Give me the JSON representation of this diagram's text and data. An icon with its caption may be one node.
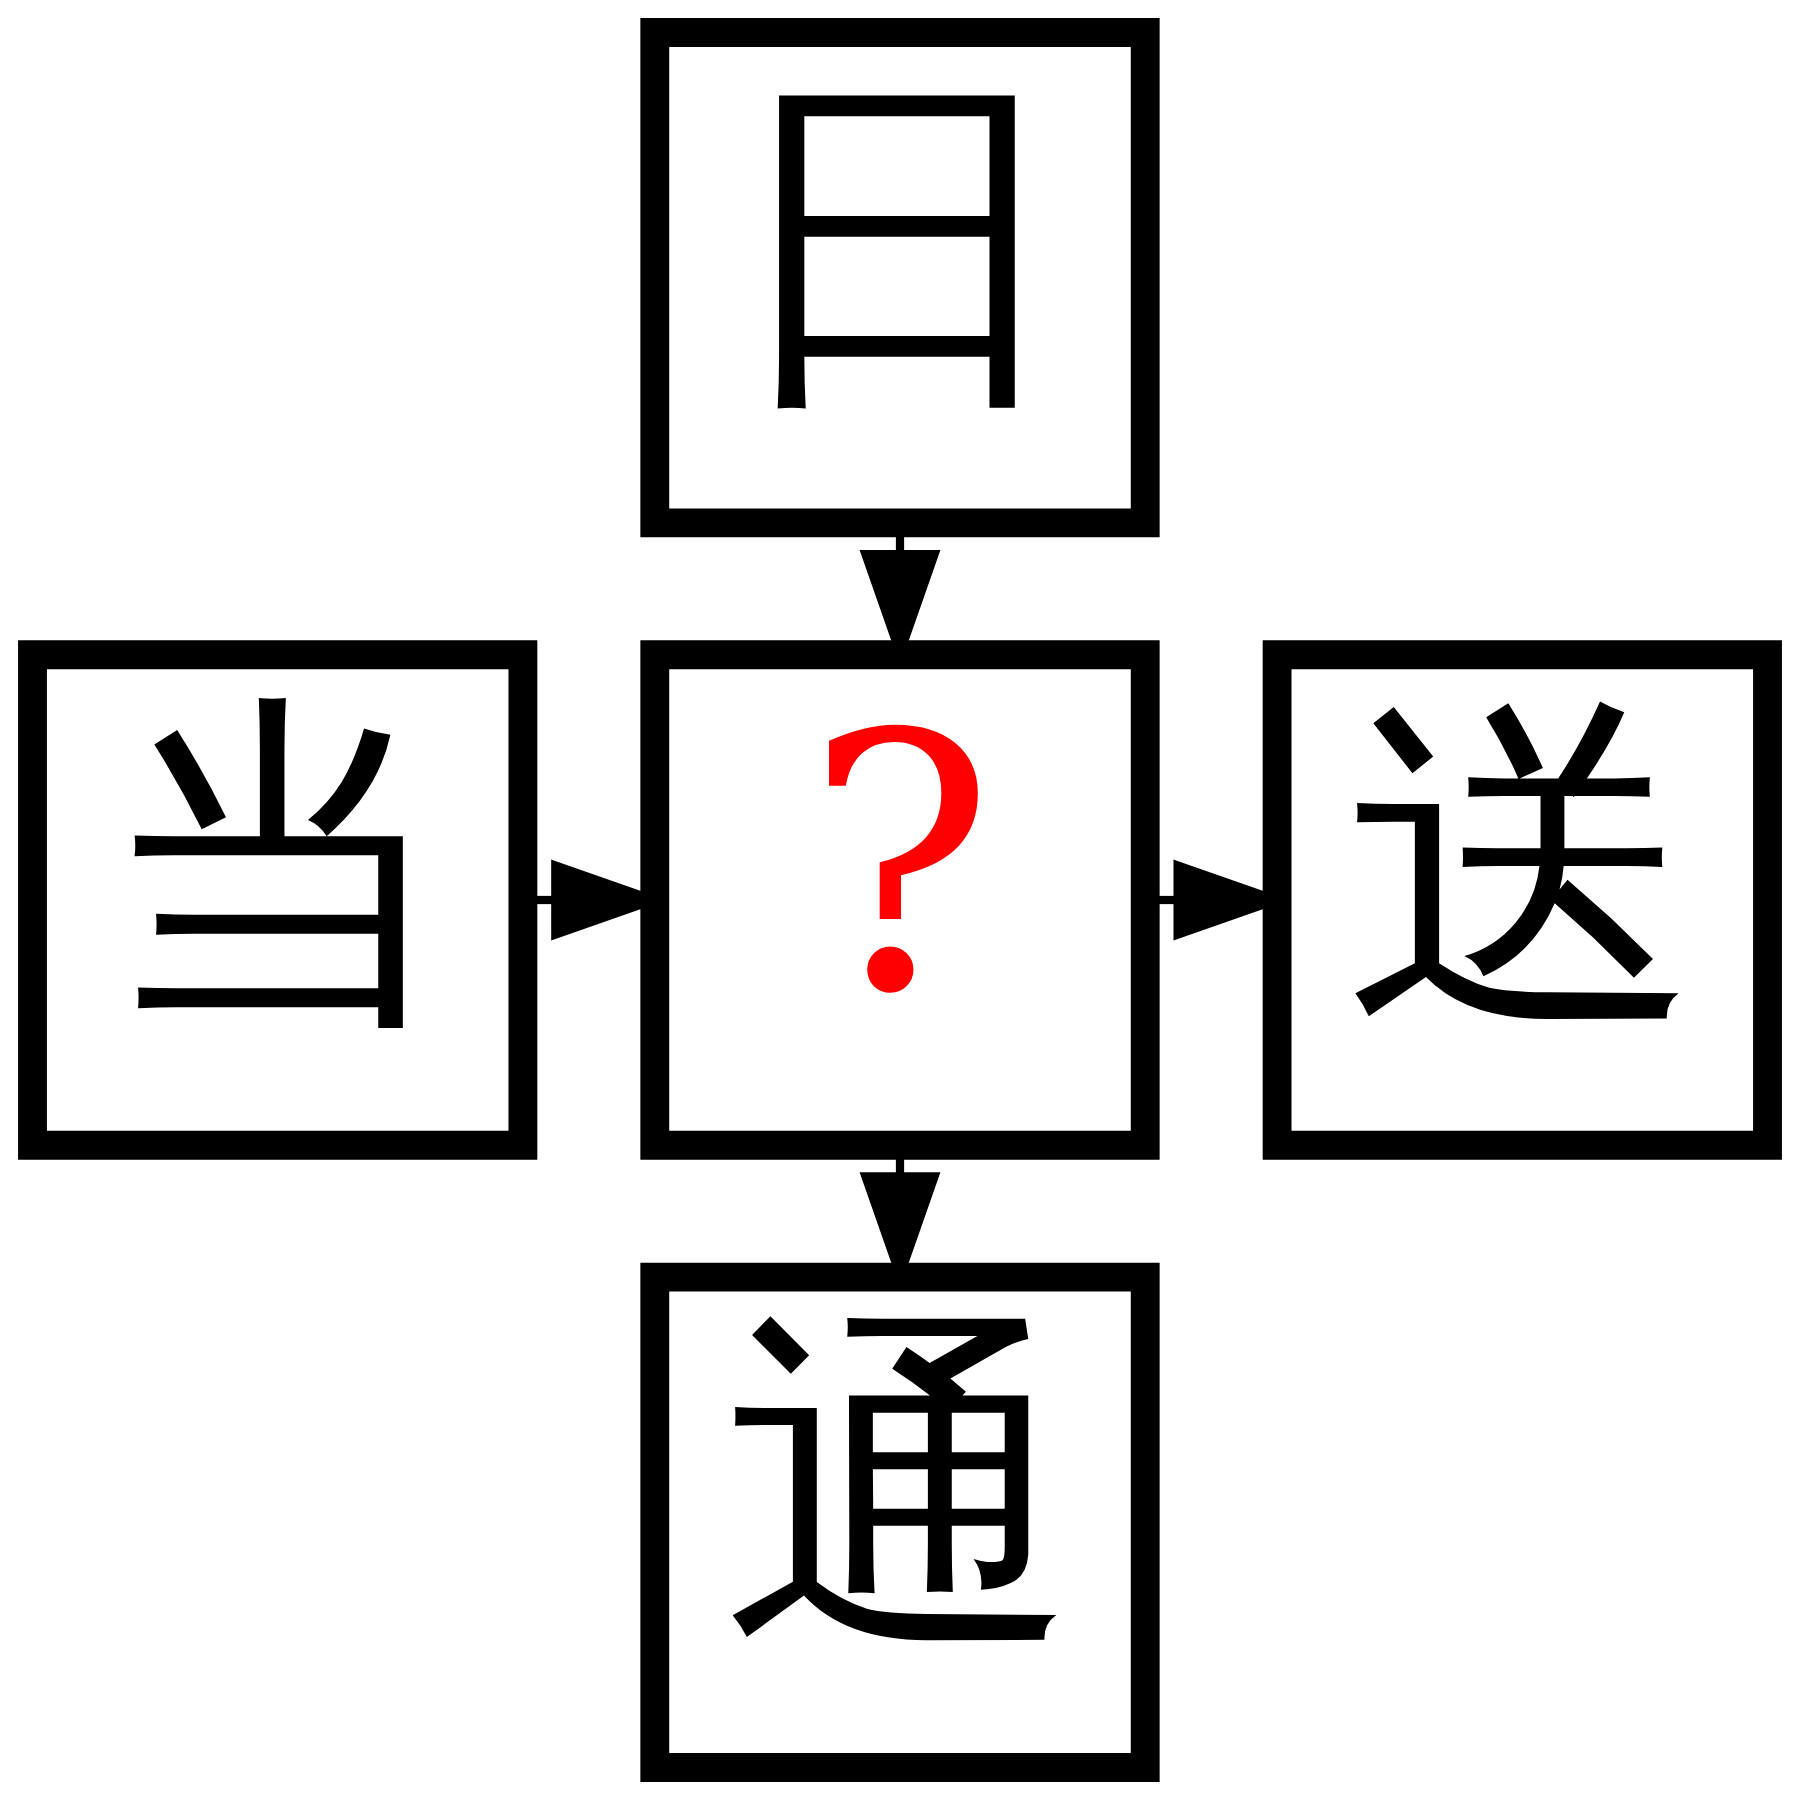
{
  "diagram": {
    "nodes": [
      {
        "text": [
          "日"
        ]
      },
      {
        "text": [
          "当"
        ]
      },
      {
        "text": [
          "?"
        ]
      },
      {
        "text": [
          "送"
        ]
      },
      {
        "text": [
          "通"
        ]
      }
    ],
    "edges": [
      {
        "from": 0,
        "to": 2,
        "arrow": "to"
      },
      {
        "from": 1,
        "to": 2,
        "arrow": "to"
      },
      {
        "from": 2,
        "to": 3,
        "arrow": "to"
      },
      {
        "from": 2,
        "to": 4,
        "arrow": "to"
      }
    ]
  }
}
